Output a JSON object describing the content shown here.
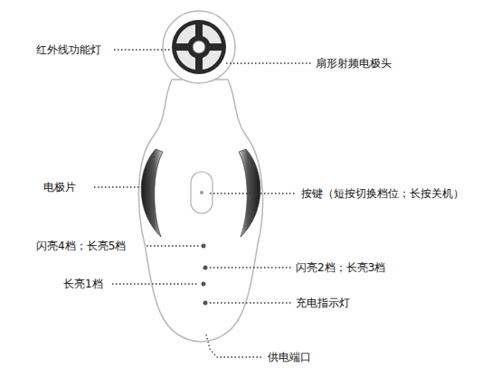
{
  "diagram": {
    "labels": [
      "红外线功能灯",
      "扇形射频电极头",
      "电极片",
      "按键（短按切换档位；长按关机）",
      "闪亮4档；长亮5档",
      "闪亮2档；长亮3档",
      "长亮1档",
      "充电指示灯",
      "供电端口"
    ]
  }
}
